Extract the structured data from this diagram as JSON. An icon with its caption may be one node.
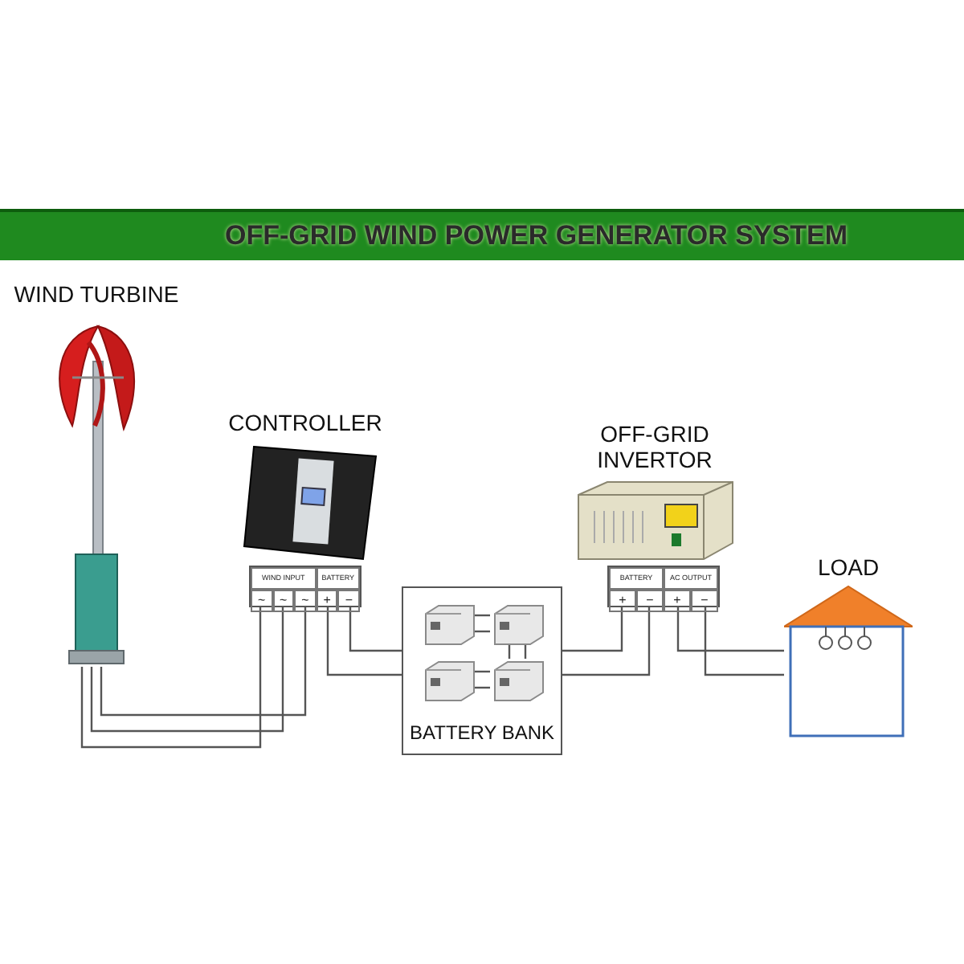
{
  "diagram": {
    "title": "OFF-GRID WIND POWER GENERATOR SYSTEM",
    "nodes": [
      {
        "text": [
          "WIND TURBINE"
        ]
      },
      {
        "text": [
          "CONTROLLER"
        ]
      },
      {
        "text": [
          "WIND INPUT",
          "BATTERY",
          "~",
          "~",
          "~",
          "+",
          "−"
        ]
      },
      {
        "text": [
          "BATTERY BANK"
        ]
      },
      {
        "text": [],
        "shape": "picture",
        "in": 3
      },
      {
        "text": [],
        "shape": "picture",
        "in": 3
      },
      {
        "text": [],
        "shape": "picture",
        "in": 3
      },
      {
        "text": [],
        "shape": "picture",
        "in": 3
      },
      {
        "text": [
          "OFF-GRID INVERTOR"
        ]
      },
      {
        "text": [
          "BATTERY",
          "AC OUTPUT",
          "+",
          "−",
          "+",
          "−"
        ]
      },
      {
        "text": [
          "LOAD"
        ]
      }
    ],
    "edges": [
      {
        "from": 0,
        "to": 2,
        "arrow": "none"
      },
      {
        "from": 0,
        "to": 2,
        "arrow": "none"
      },
      {
        "from": 0,
        "to": 2,
        "arrow": "none"
      },
      {
        "from": 2,
        "to": 3,
        "arrow": "none"
      },
      {
        "from": 2,
        "to": 3,
        "arrow": "none"
      },
      {
        "from": 3,
        "to": 9,
        "arrow": "none"
      },
      {
        "from": 3,
        "to": 9,
        "arrow": "none"
      },
      {
        "from": 9,
        "to": 10,
        "arrow": "none"
      },
      {
        "from": 9,
        "to": 10,
        "arrow": "none"
      },
      {
        "from": 4,
        "to": 5,
        "arrow": "none"
      },
      {
        "from": 4,
        "to": 5,
        "arrow": "none"
      },
      {
        "from": 5,
        "to": 7,
        "arrow": "none"
      },
      {
        "from": 5,
        "to": 7,
        "arrow": "none"
      },
      {
        "from": 6,
        "to": 7,
        "arrow": "none"
      },
      {
        "from": 6,
        "to": 7,
        "arrow": "none"
      }
    ]
  }
}
